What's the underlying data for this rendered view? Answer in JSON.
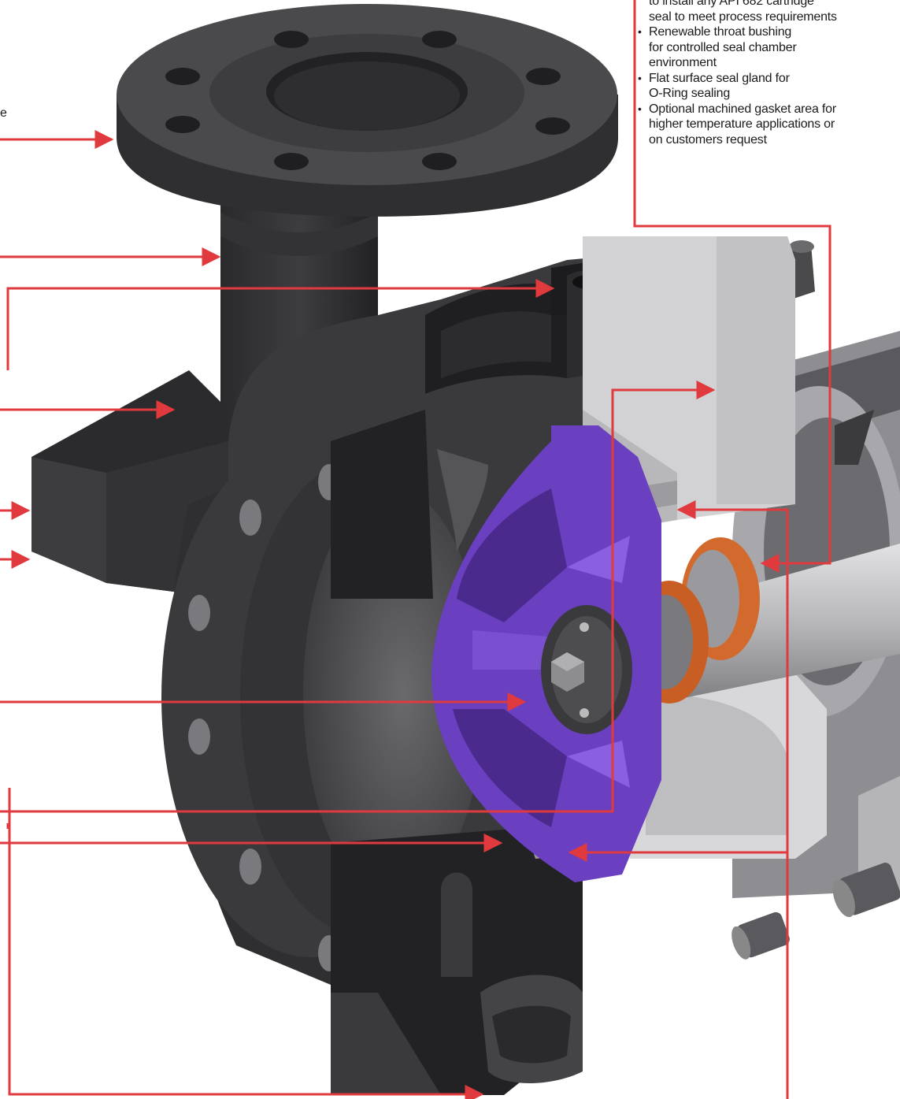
{
  "features": [
    {
      "lines": [
        "to install any API 682 cartridge",
        "seal to meet process requirements"
      ],
      "bullet": false
    },
    {
      "lines": [
        "Renewable throat bushing",
        "for controlled seal chamber",
        "environment"
      ],
      "bullet": true
    },
    {
      "lines": [
        "Flat surface seal gland for",
        "O-Ring sealing"
      ],
      "bullet": true
    },
    {
      "lines": [
        "Optional machined gasket area for",
        "higher temperature applications or",
        "on customers request"
      ],
      "bullet": true
    }
  ],
  "edge_text_fragment": "e",
  "colors": {
    "casing": "#3a3a3c",
    "casing_dark": "#222224",
    "casing_light": "#58585c",
    "impeller": "#6a3fc0",
    "impeller_dark": "#4a2a8c",
    "gland": "#cfcfd0",
    "shaft": "#b9b9bb",
    "gasket": "#d2692d",
    "leader": "#e03a3e"
  }
}
